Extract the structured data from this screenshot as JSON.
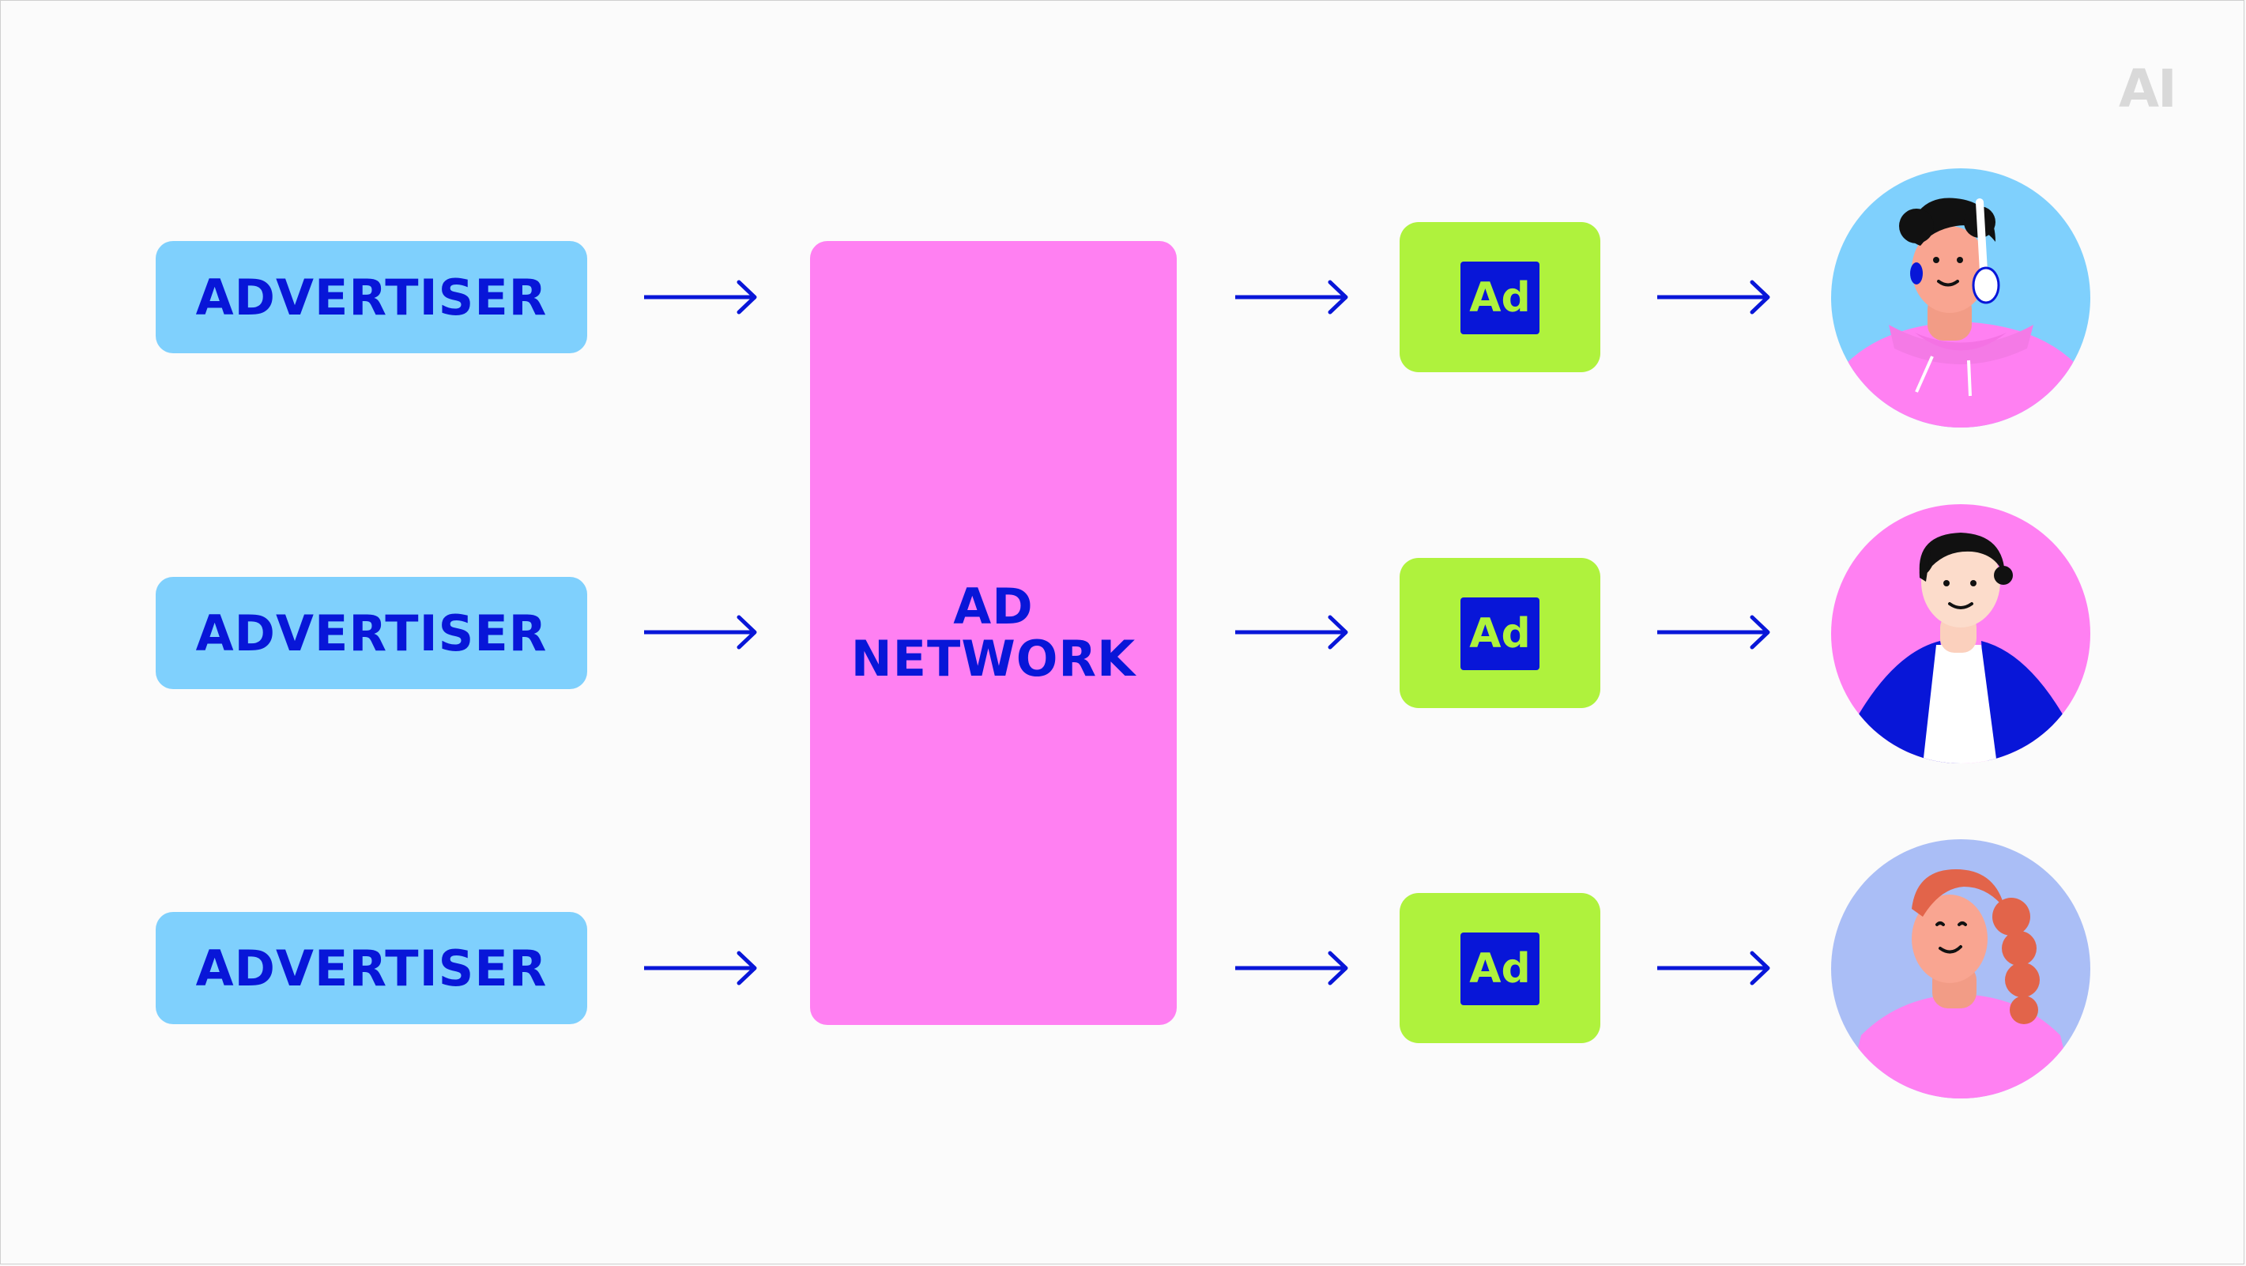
{
  "logo": {
    "text": "AI"
  },
  "advertisers": [
    {
      "label": "ADVERTISER"
    },
    {
      "label": "ADVERTISER"
    },
    {
      "label": "ADVERTISER"
    }
  ],
  "network": {
    "line1": "AD",
    "line2": "NETWORK"
  },
  "ads": [
    {
      "label": "Ad"
    },
    {
      "label": "Ad"
    },
    {
      "label": "Ad"
    }
  ],
  "users": [
    {
      "icon": "user-with-headphones-icon"
    },
    {
      "icon": "user-man-blue-jacket-icon"
    },
    {
      "icon": "user-woman-braid-icon"
    }
  ],
  "colors": {
    "advertiser_bg": "#7fd0fd",
    "network_bg": "#ff80f2",
    "ad_card_bg": "#aff23d",
    "ad_badge_bg": "#0816d8",
    "text": "#0816d8",
    "arrow": "#0816d8"
  }
}
